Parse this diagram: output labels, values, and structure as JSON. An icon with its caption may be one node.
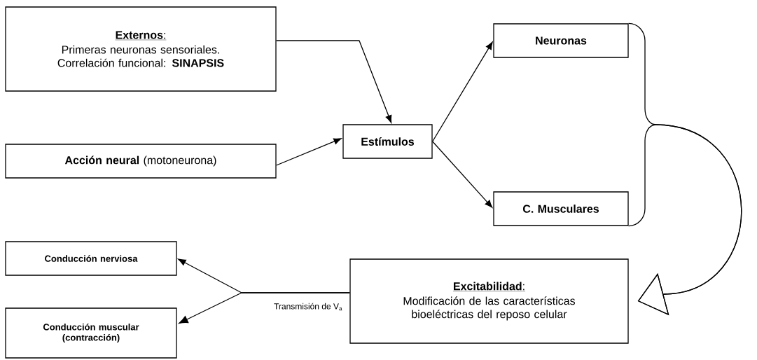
{
  "diagram": {
    "nodes": [
      {
        "text": [
          "**Externos**:",
          "Primeras neuronas sensoriales. Correlación funcional: **SINAPSIS**"
        ]
      },
      {
        "text": [
          "**Acción neural** (motoneurona)"
        ]
      },
      {
        "text": [
          "Estímulos"
        ]
      },
      {
        "text": [
          "Neuronas"
        ]
      },
      {
        "text": [
          "C. Musculares"
        ]
      },
      {
        "text": [
          "**Excitabilidad**:",
          "Modificación de las características bioeléctricas del reposo celular"
        ]
      },
      {
        "text": [
          "Conducción nerviosa"
        ]
      },
      {
        "text": [
          "Conducción muscular (contracción)"
        ]
      }
    ],
    "edges": [
      {
        "from": 0,
        "to": 2,
        "arrow": "to"
      },
      {
        "from": 1,
        "to": 2,
        "arrow": "to"
      },
      {
        "from": 2,
        "to": 3,
        "arrow": "to"
      },
      {
        "from": 2,
        "to": 4,
        "arrow": "to"
      },
      {
        "from": 3,
        "to": 5,
        "arrow": "to"
      },
      {
        "from": 4,
        "to": 5,
        "arrow": "to"
      },
      {
        "from": 5,
        "to": 6,
        "arrow": "to",
        "label": "Transmisión de V$_{a}$"
      },
      {
        "from": 5,
        "to": 7,
        "arrow": "to"
      }
    ]
  }
}
